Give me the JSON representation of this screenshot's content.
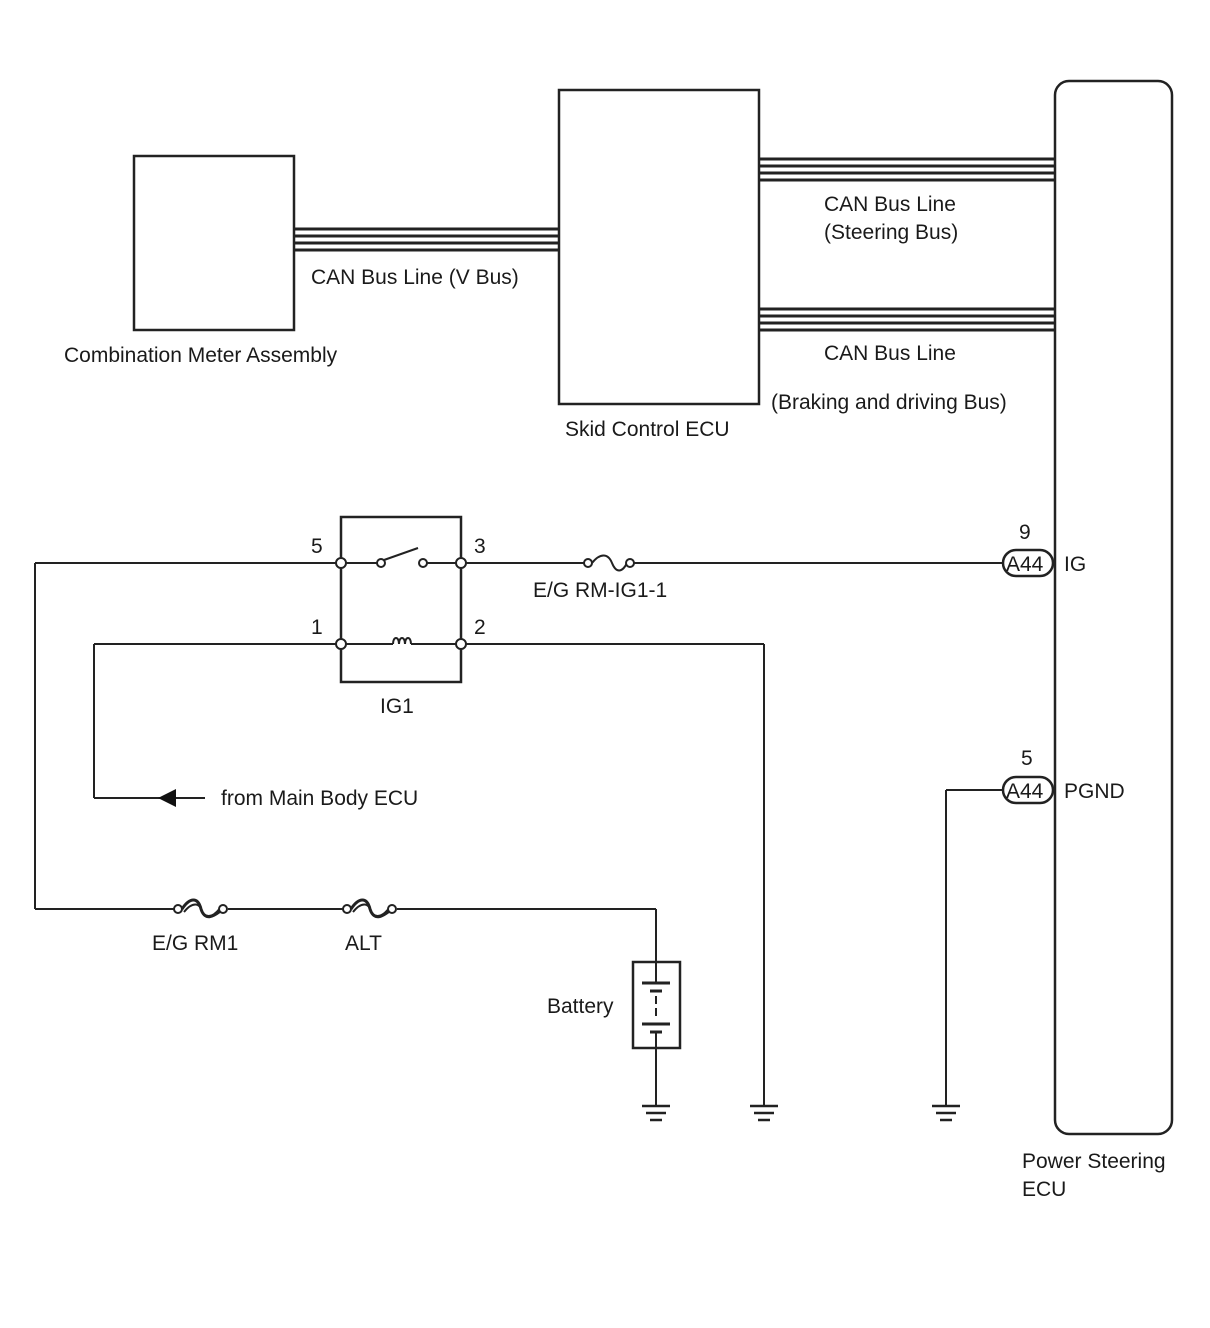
{
  "components": {
    "combination_meter": "Combination Meter Assembly",
    "skid_control": "Skid Control ECU",
    "power_steering_line1": "Power Steering",
    "power_steering_line2": "ECU",
    "relay": "IG1",
    "battery": "Battery"
  },
  "buses": {
    "v_bus": "CAN Bus Line (V Bus)",
    "steering_line1": "CAN Bus Line",
    "steering_line2": "(Steering Bus)",
    "braking_line1": "CAN Bus Line",
    "braking_line2": "(Braking and driving Bus)"
  },
  "fuses": {
    "eg_rm_ig1_1": "E/G RM-IG1-1",
    "eg_rm1": "E/G RM1",
    "alt": "ALT"
  },
  "relay_pins": {
    "p5": "5",
    "p3": "3",
    "p1": "1",
    "p2": "2"
  },
  "connectors": {
    "ig": {
      "pin": "9",
      "code": "A44",
      "signal": "IG"
    },
    "pgnd": {
      "pin": "5",
      "code": "A44",
      "signal": "PGND"
    }
  },
  "signals": {
    "from_main_body": "from Main Body ECU"
  }
}
